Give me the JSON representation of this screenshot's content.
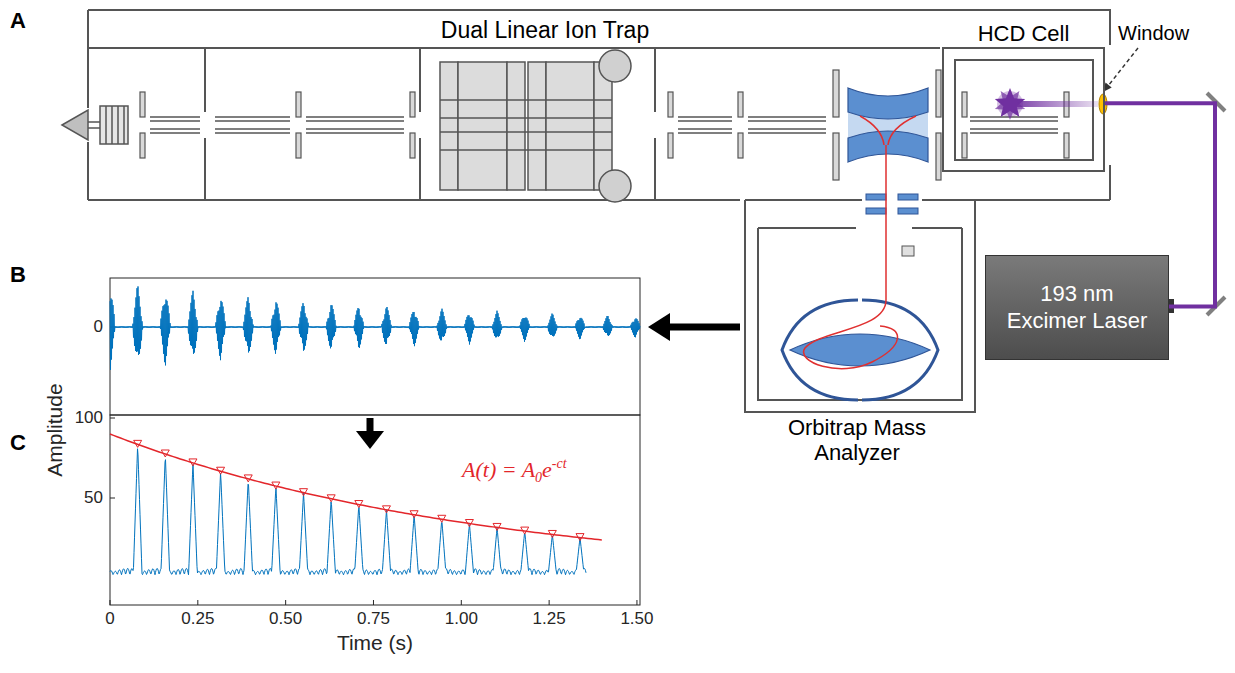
{
  "diagram": {
    "nodes": [
      {
        "text": [
          "HCD Cell"
        ]
      },
      {
        "text": [
          "193 nm Excimer Laser"
        ]
      }
    ],
    "edges": [
      {
        "from": 1,
        "to": 0,
        "arrow": "none"
      }
    ],
    "labels": [
      "A",
      "Dual Linear Ion Trap",
      "Window",
      "Orbitrap Mass Analyzer",
      "B",
      "0",
      "Amplitude",
      "C",
      "100",
      "50",
      "0",
      "0.25",
      "0.50",
      "0.75",
      "1.00",
      "1.25",
      "1.50",
      "Time (s)",
      "A(t) = A",
      "0",
      "e",
      "-ct"
    ]
  }
}
